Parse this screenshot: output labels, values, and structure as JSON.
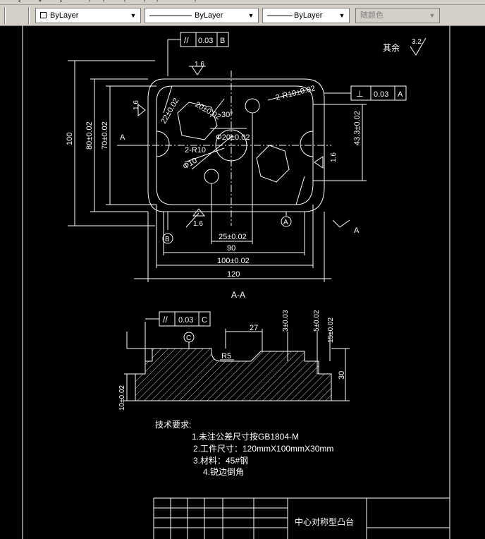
{
  "toolbar": {
    "color_dropdown": "ByLayer",
    "linetype_dropdown": "ByLayer",
    "lineweight_dropdown": "ByLayer",
    "plotstyle_dropdown": "随颜色"
  },
  "drawing": {
    "surface_finish_note": "其余",
    "surface_finish_value": "3.2",
    "gtol_top": {
      "symbol": "//",
      "value": "0.03",
      "datum": "B"
    },
    "gtol_right": {
      "symbol": "⊥",
      "value": "0.03",
      "datum": "A"
    },
    "gtol_section": {
      "symbol": "//",
      "value": "0.03",
      "datum": "C"
    },
    "roughness_top": "1.6",
    "roughness_left": "1.6",
    "roughness_bottom": "1.6",
    "roughness_right": "1.6",
    "dim_100_vertical": "100",
    "dim_80": "80±0.02",
    "dim_70": "70±0.02",
    "dim_43_3": "43.3±0.02",
    "dim_20_pocket": "20±0.02",
    "dim_22": "22±0.02",
    "dim_2_r10_top": "2-R10±0.02",
    "dim_30deg": "30°",
    "dim_phi20": "Φ20±0.02",
    "dim_2_r10": "2-R10",
    "dim_phi10": "Φ10",
    "dim_25": "25±0.02",
    "dim_90": "90",
    "dim_100_horizontal": "100±0.02",
    "dim_120": "120",
    "label_A": "A",
    "label_B": "B",
    "section_title": "A-A",
    "dim_27": "27",
    "dim_3": "3±0.03",
    "dim_5": "5±0.02",
    "dim_15": "15±0.02",
    "dim_R5": "R5",
    "dim_30": "30",
    "dim_10": "10±0.02",
    "datum_C": "C",
    "tech_title": "技术要求:",
    "tech_req_1": "1.未注公差尺寸按GB1804-M",
    "tech_req_2": "2.工件尺寸：120mmX100mmX30mm",
    "tech_req_3": "3.材料：45#钢",
    "tech_req_4": "4.锐边倒角",
    "title_block_name": "中心对称型凸台"
  }
}
